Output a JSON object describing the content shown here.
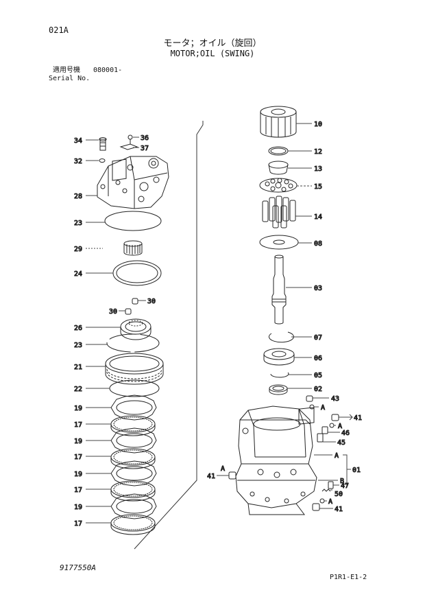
{
  "page_code": "021A",
  "title_jp": "モータ；オイル（旋回）",
  "title_en": "MOTOR;OIL (SWING)",
  "serial_label_jp": "適用号機",
  "serial_value": "080001-",
  "serial_label_en": "Serial No.",
  "drawing_number": "9177550A",
  "page_ref": "P1R1-E1-2",
  "left_labels": [
    {
      "id": "34",
      "text": "34"
    },
    {
      "id": "36",
      "text": "36"
    },
    {
      "id": "37",
      "text": "37"
    },
    {
      "id": "32",
      "text": "32"
    },
    {
      "id": "28",
      "text": "28"
    },
    {
      "id": "23a",
      "text": "23"
    },
    {
      "id": "29",
      "text": "29"
    },
    {
      "id": "24",
      "text": "24"
    },
    {
      "id": "30a",
      "text": "30"
    },
    {
      "id": "30b",
      "text": "30"
    },
    {
      "id": "26",
      "text": "26"
    },
    {
      "id": "23b",
      "text": "23"
    },
    {
      "id": "21",
      "text": "21"
    },
    {
      "id": "22",
      "text": "22"
    },
    {
      "id": "19a",
      "text": "19"
    },
    {
      "id": "17a",
      "text": "17"
    },
    {
      "id": "19b",
      "text": "19"
    },
    {
      "id": "17b",
      "text": "17"
    },
    {
      "id": "19c",
      "text": "19"
    },
    {
      "id": "17c",
      "text": "17"
    },
    {
      "id": "19d",
      "text": "19"
    },
    {
      "id": "17d",
      "text": "17"
    }
  ],
  "right_labels": [
    {
      "id": "10",
      "text": "10"
    },
    {
      "id": "12",
      "text": "12"
    },
    {
      "id": "13",
      "text": "13"
    },
    {
      "id": "15",
      "text": "15"
    },
    {
      "id": "14",
      "text": "14"
    },
    {
      "id": "08",
      "text": "08"
    },
    {
      "id": "03",
      "text": "03"
    },
    {
      "id": "07",
      "text": "07"
    },
    {
      "id": "06",
      "text": "06"
    },
    {
      "id": "05",
      "text": "05"
    },
    {
      "id": "02",
      "text": "02"
    },
    {
      "id": "43",
      "text": "43"
    },
    {
      "id": "A1",
      "text": "A"
    },
    {
      "id": "41a",
      "text": "41"
    },
    {
      "id": "A2",
      "text": "A"
    },
    {
      "id": "46",
      "text": "46"
    },
    {
      "id": "45",
      "text": "45"
    },
    {
      "id": "A3",
      "text": "A"
    },
    {
      "id": "01",
      "text": "01"
    },
    {
      "id": "41b",
      "text": "41"
    },
    {
      "id": "A4",
      "text": "A"
    },
    {
      "id": "B1",
      "text": "B"
    },
    {
      "id": "47",
      "text": "47"
    },
    {
      "id": "50",
      "text": "50"
    },
    {
      "id": "A5",
      "text": "A"
    },
    {
      "id": "41c",
      "text": "41"
    }
  ]
}
